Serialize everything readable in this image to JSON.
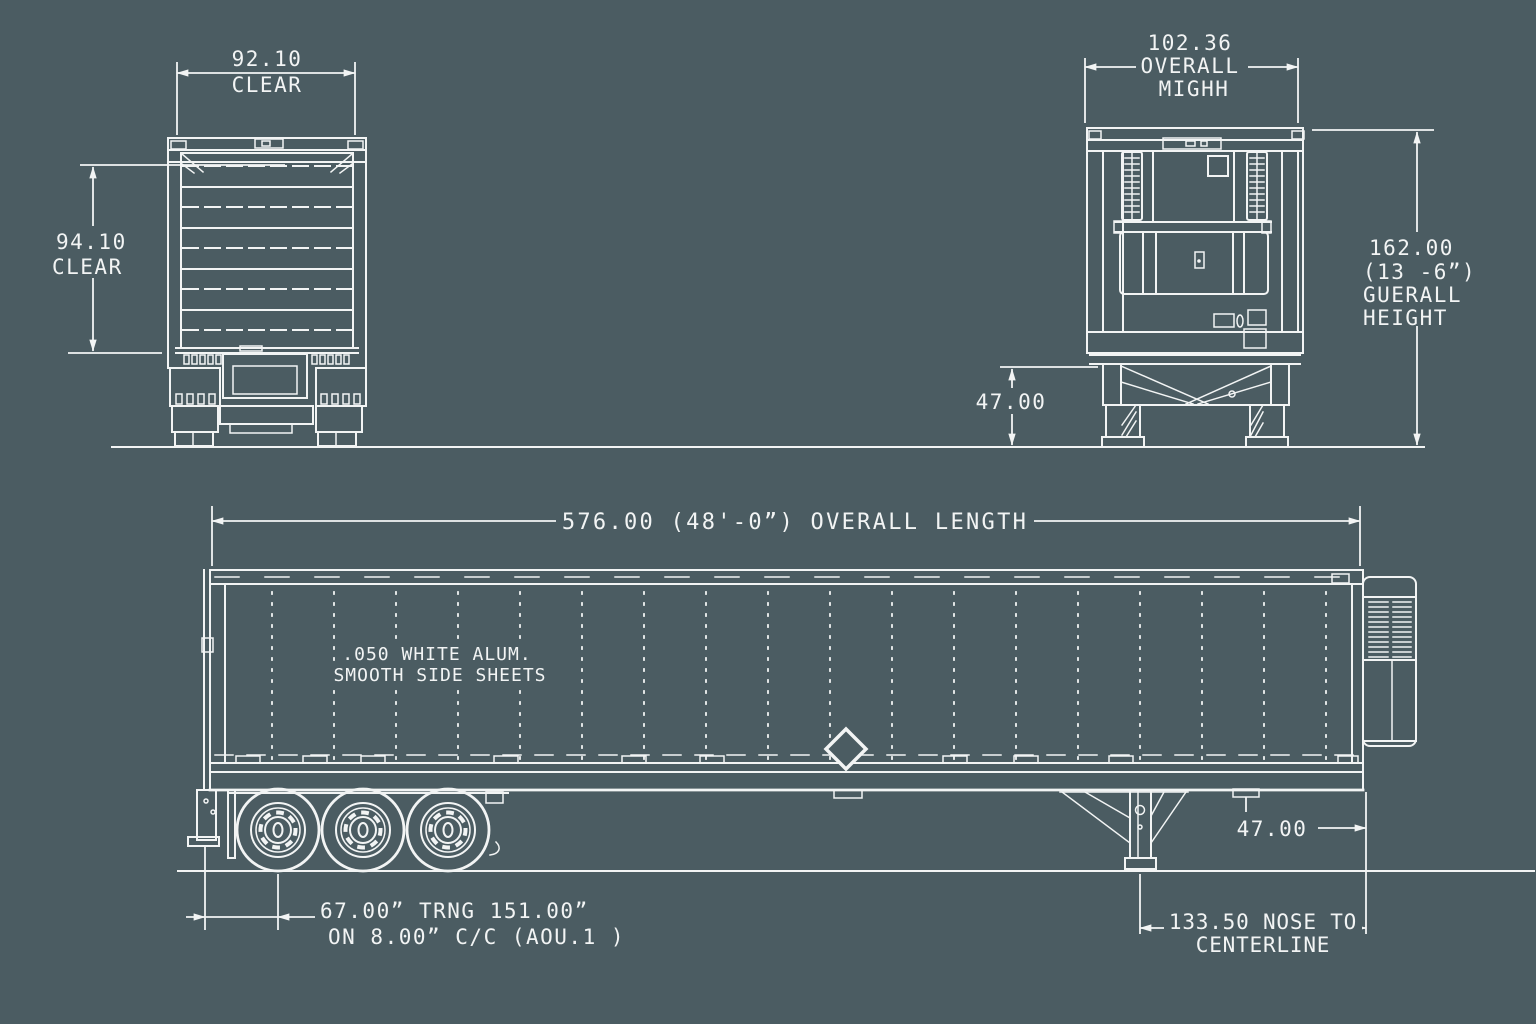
{
  "colors": {
    "background": "#4b5c62",
    "line": "#f2f4f4"
  },
  "rear_view": {
    "width_dim": "92.10",
    "width_label": "CLEAR",
    "height_dim": "94.10",
    "height_label": "CLEAR"
  },
  "front_view": {
    "width_dim": "102.36",
    "width_label_line1": "OVERALL",
    "width_label_line2": "MIGHH",
    "height_dim": "162.00",
    "height_dim_feet": "(13 -6”)",
    "height_label_line1": "GUERALL",
    "height_label_line2": "HEIGHT",
    "landing_gear_height": "47.00"
  },
  "side_view": {
    "overall_length": "576.00 (48'-0”) OVERALL LENGTH",
    "side_note_line1": ".050 WHITE ALUM.",
    "side_note_line2": "SMOOTH SIDE SHEETS",
    "axle_dim_line1": "67.00” TRNG 151.00”",
    "axle_dim_line2": "ON 8.00” C/C (AOU.1 )",
    "nose_to_gear_dim": "47.00",
    "nose_to_cl_line1": "133.50 NOSE TO",
    "nose_to_cl_line2": "CENTERLINE"
  }
}
